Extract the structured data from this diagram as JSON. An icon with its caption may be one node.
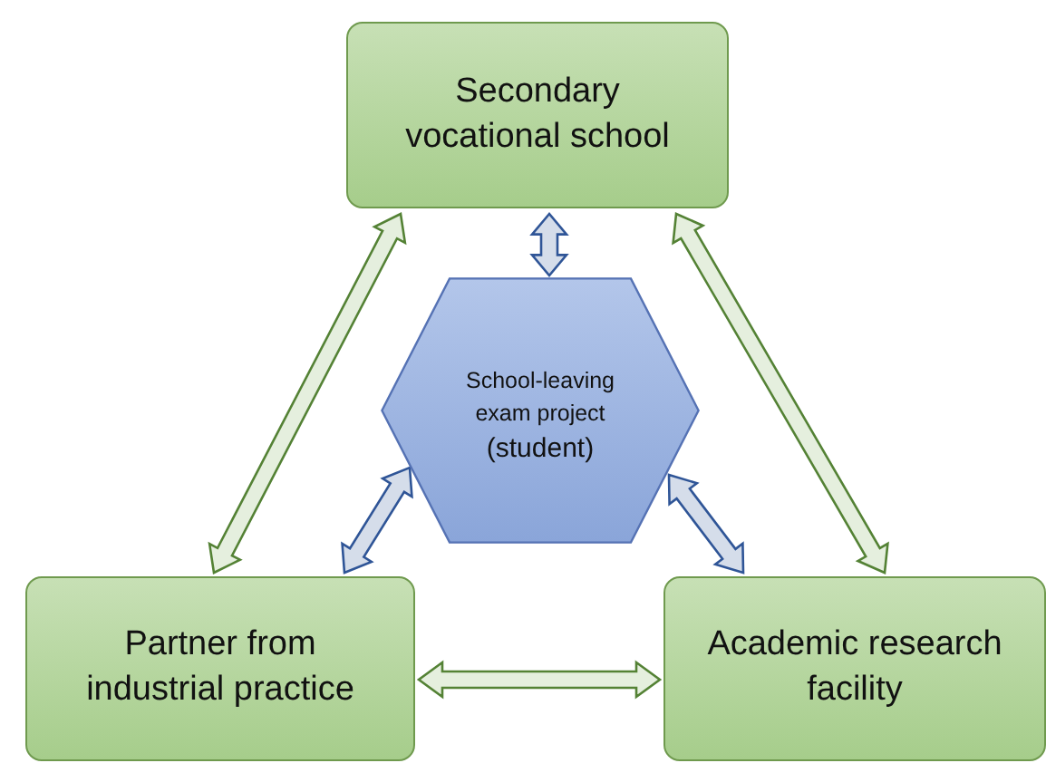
{
  "diagram": {
    "nodes": [
      {
        "text": [
          "Secondary vocational school"
        ]
      },
      {
        "text": [
          "Partner from industrial practice"
        ]
      },
      {
        "text": [
          "Academic research facility"
        ]
      },
      {
        "text": [
          "School-leaving exam project",
          "(student)"
        ]
      }
    ],
    "edges": [
      {
        "from": 1,
        "to": 0,
        "arrow": "both"
      },
      {
        "from": 0,
        "to": 2,
        "arrow": "both"
      },
      {
        "from": 1,
        "to": 2,
        "arrow": "both"
      },
      {
        "from": 0,
        "to": 3,
        "arrow": "both",
        "color": "#2f5597"
      },
      {
        "from": 1,
        "to": 3,
        "arrow": "both",
        "color": "#2f5597"
      },
      {
        "from": 3,
        "to": 2,
        "arrow": "both",
        "color": "#2f5597"
      }
    ]
  }
}
